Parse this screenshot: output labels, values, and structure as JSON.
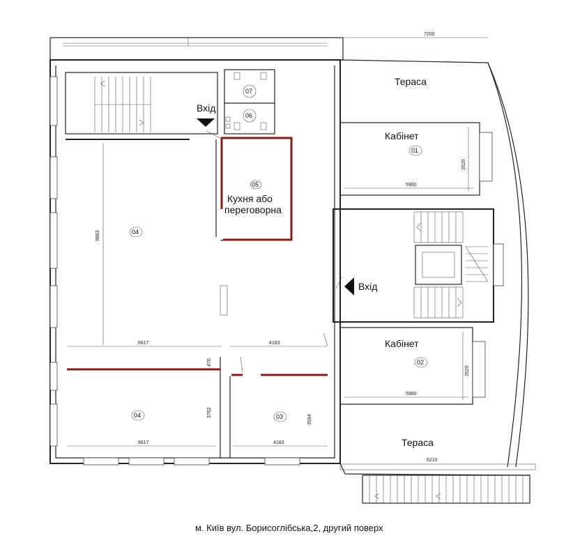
{
  "rooms": {
    "terrace_top": "Тераса",
    "terrace_bottom": "Тераса",
    "office_01": {
      "label": "Кабінет",
      "num": "01",
      "width": "5960",
      "depth": "3520"
    },
    "office_02": {
      "label": "Кабінет",
      "num": "02",
      "width": "5960",
      "depth": "3520"
    },
    "kitchen_05": {
      "num": "05",
      "label_line1": "Кухня або",
      "label_line2": "переговорна"
    },
    "hall_04": {
      "num": "04",
      "height": "9863",
      "width": "6617"
    },
    "room_04b": {
      "num": "04",
      "width": "6617",
      "height": "3762",
      "small": "470"
    },
    "room_03": {
      "num": "03",
      "width": "4183",
      "height": "3594"
    },
    "mid_width": "4183",
    "wc_07": "07",
    "wc_06": "06"
  },
  "entries": {
    "top": "Вхід",
    "middle": "Вхід"
  },
  "dims": {
    "top": "7200",
    "terrace_bottom": "6210"
  },
  "caption": "м. Київ вул. Борисоглібська,2, другий поверх",
  "colors": {
    "accent_wall": "#8b1a1a",
    "line": "#222222"
  }
}
